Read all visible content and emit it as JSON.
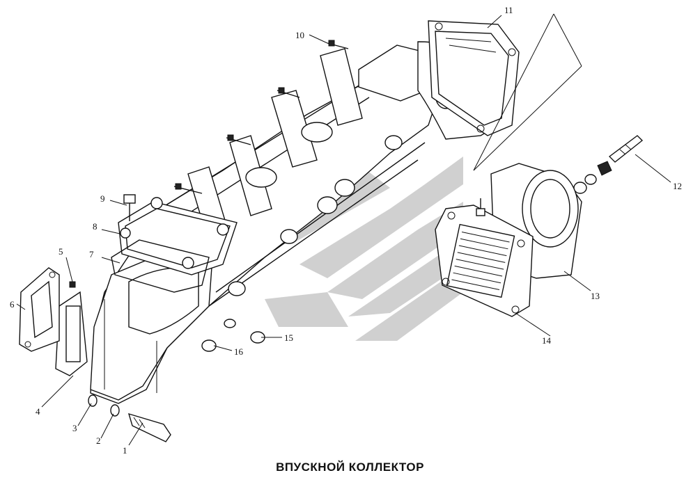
{
  "caption": "ВПУСКНОЙ КОЛЛЕКТОР",
  "labels": {
    "p1": "1",
    "p2": "2",
    "p3": "3",
    "p4": "4",
    "p5": "5",
    "p6": "6",
    "p7": "7",
    "p8": "8",
    "p9": "9",
    "p10": "10",
    "p11": "11",
    "p12": "12",
    "p13": "13",
    "p14": "14",
    "p15": "15",
    "p16": "16"
  },
  "colors": {
    "line": "#111111",
    "watermark": "#d0d0d0",
    "background": "#ffffff"
  }
}
